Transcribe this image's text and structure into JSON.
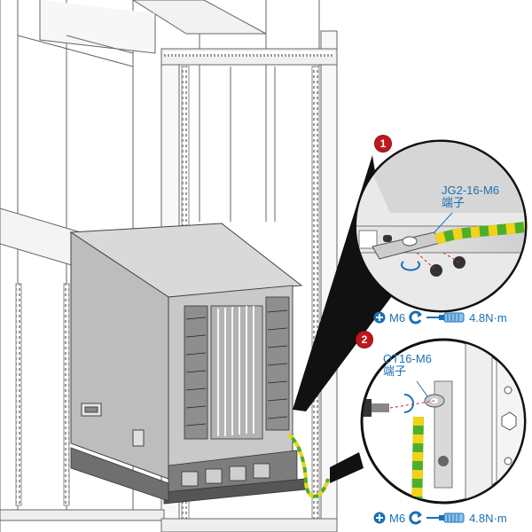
{
  "callouts": [
    {
      "step": "1",
      "terminal_model": "JG2-16-M6",
      "terminal_word": "端子",
      "screw": "M6",
      "torque": "4.8N·m"
    },
    {
      "step": "2",
      "terminal_model": "OT16-M6",
      "terminal_word": "端子",
      "screw": "M6",
      "torque": "4.8N·m"
    }
  ],
  "icons": {
    "screw_head": "phillips-screwdriver-icon",
    "rotation": "clockwise-rotation-icon",
    "tool": "screwdriver-icon"
  },
  "colors": {
    "label_blue": "#1a6fb5",
    "badge_red": "#c0171c",
    "ground_wire_green": "#4caf2a",
    "ground_wire_yellow": "#f2d21b",
    "line_gray": "#555555"
  }
}
